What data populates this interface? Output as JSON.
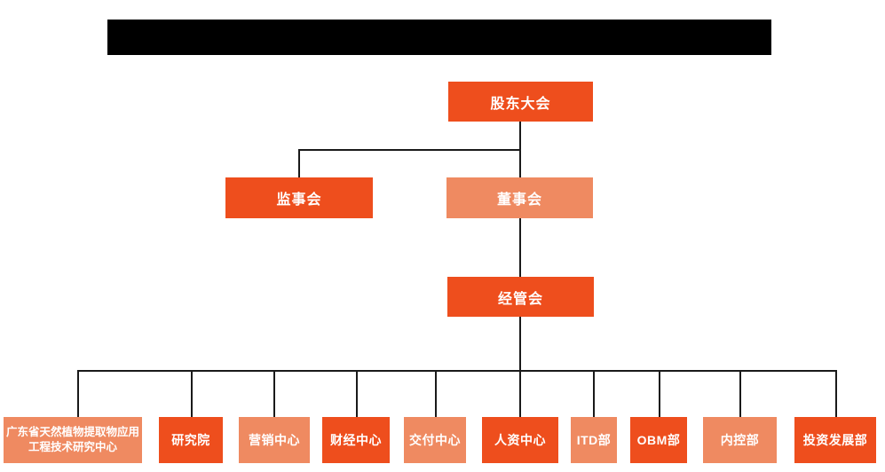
{
  "colors": {
    "primary": "#ee4e1d",
    "secondary": "#ef8a61",
    "line": "#1a1a1a",
    "text": "#ffffff"
  },
  "header": {
    "redacted_title_bar": true
  },
  "org": {
    "level1": {
      "label": "股东大会"
    },
    "level2": [
      {
        "label": "监事会",
        "variant": "primary"
      },
      {
        "label": "董事会",
        "variant": "secondary"
      }
    ],
    "level3": {
      "label": "经管会"
    },
    "departments": [
      {
        "label": "广东省天然植物提取物应用工程技术研究中心",
        "variant": "secondary"
      },
      {
        "label": "研究院",
        "variant": "primary"
      },
      {
        "label": "营销中心",
        "variant": "secondary"
      },
      {
        "label": "财经中心",
        "variant": "primary"
      },
      {
        "label": "交付中心",
        "variant": "secondary"
      },
      {
        "label": "人资中心",
        "variant": "primary"
      },
      {
        "label": "ITD部",
        "variant": "secondary"
      },
      {
        "label": "OBM部",
        "variant": "primary"
      },
      {
        "label": "内控部",
        "variant": "secondary"
      },
      {
        "label": "投资发展部",
        "variant": "primary"
      }
    ]
  }
}
